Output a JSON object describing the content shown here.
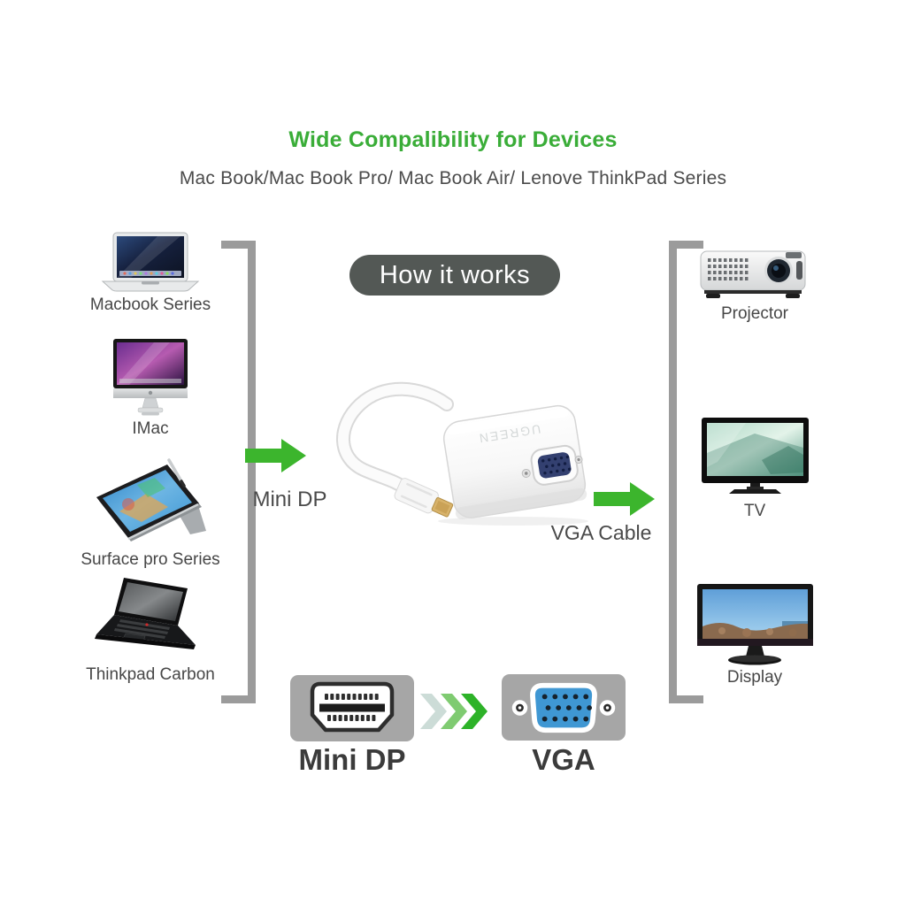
{
  "header": {
    "title": "Wide Compalibility for Devices",
    "subtitle": "Mac Book/Mac Book Pro/ Mac Book Air/ Lenove ThinkPad Series"
  },
  "center": {
    "how_it_works_label": "How it works",
    "adapter_brand": "UGREEN",
    "input_label": "Mini DP",
    "output_label": "VGA Cable"
  },
  "source_devices": [
    {
      "id": "macbook",
      "label": "Macbook Series"
    },
    {
      "id": "imac",
      "label": "IMac"
    },
    {
      "id": "surface",
      "label": "Surface pro Series"
    },
    {
      "id": "thinkpad",
      "label": "Thinkpad Carbon"
    }
  ],
  "output_devices": [
    {
      "id": "projector",
      "label": "Projector"
    },
    {
      "id": "tv",
      "label": "TV"
    },
    {
      "id": "display",
      "label": "Display"
    }
  ],
  "bottom_connectors": {
    "left_label": "Mini DP",
    "right_label": "VGA"
  },
  "colors": {
    "title_green": "#3aad38",
    "arrow_green": "#3cb52d",
    "pill_background": "#535855",
    "bracket_gray": "#9b9b9b",
    "connector_block_gray": "#a6a6a6",
    "vga_port_blue": "#3f97d3",
    "text_dark_gray": "#4a4a4a"
  }
}
